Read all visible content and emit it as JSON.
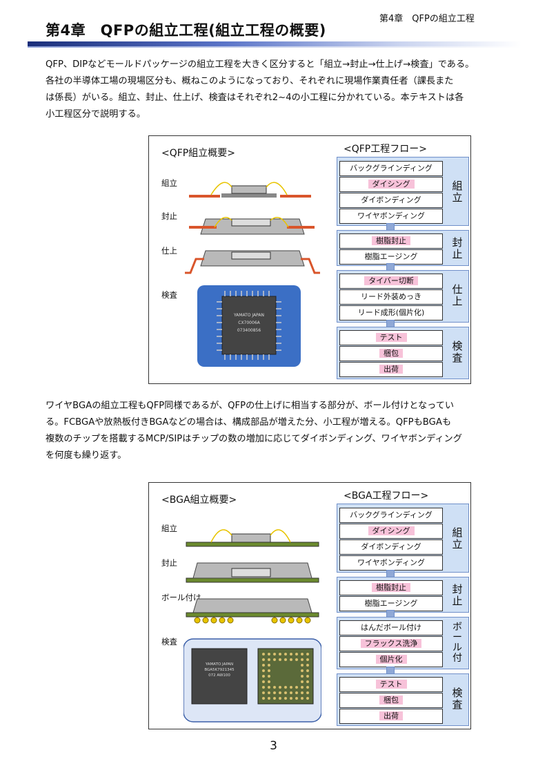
{
  "header": {
    "chapter_label": "第4章　QFPの組立工程"
  },
  "title": "第4章　QFPの組立工程(組立工程の概要)",
  "paragraphs": {
    "intro": [
      "QFP、DIPなどモールドパッケージの組立工程を大きく区分すると「組立→封止→仕上げ→検査」である。",
      "各社の半導体工場の現場区分も、概ねこのようになっており、それぞれに現場作業責任者（課長また",
      "は係長）がいる。組立、封止、仕上げ、検査はそれぞれ2~4の小工程に分かれている。本テキストは各",
      "小工程区分で説明する。"
    ],
    "bga": [
      "ワイヤBGAの組立工程もQFP同様であるが、QFPの仕上げに相当する部分が、ボール付けとなってい",
      "る。FCBGAや放熱板付きBGAなどの場合は、構成部品が増えた分、小工程が増える。QFPもBGAも",
      "複数のチップを搭載するMCP/SIPはチップの数の増加に応じてダイボンディング、ワイヤボンディング",
      "を何度も繰り返す。"
    ]
  },
  "qfp": {
    "overview_title": "<QFP組立概要>",
    "flow_title": "<QFP工程フロー>",
    "stages": [
      "組立",
      "封止",
      "仕上",
      "検査"
    ],
    "chip_text": [
      "YAMATO JAPAN",
      "CX70006A",
      "073400856"
    ],
    "groups": [
      {
        "label": "組立",
        "steps": [
          {
            "text": "バックグラインディング",
            "pink": false
          },
          {
            "text": "ダイシング",
            "pink": true
          },
          {
            "text": "ダイボンディング",
            "pink": false
          },
          {
            "text": "ワイヤボンディング",
            "pink": false
          }
        ]
      },
      {
        "label": "封止",
        "steps": [
          {
            "text": "樹脂封止",
            "pink": true
          },
          {
            "text": "樹脂エージング",
            "pink": false
          }
        ]
      },
      {
        "label": "仕上",
        "steps": [
          {
            "text": "タイバー切断",
            "pink": true
          },
          {
            "text": "リード外装めっき",
            "pink": false
          },
          {
            "text": "リード成形(個片化)",
            "pink": false
          }
        ]
      },
      {
        "label": "検査",
        "steps": [
          {
            "text": "テスト",
            "pink": true
          },
          {
            "text": "梱包",
            "pink": true
          },
          {
            "text": "出荷",
            "pink": true
          }
        ]
      }
    ]
  },
  "bga": {
    "overview_title": "<BGA組立概要>",
    "flow_title": "<BGA工程フロー>",
    "stages": [
      "組立",
      "封止",
      "ボール付け",
      "検査"
    ],
    "chip_text": [
      "YAMATO JAPAN",
      "BGA5K7921345",
      "072 AW100"
    ],
    "groups": [
      {
        "label": "組立",
        "steps": [
          {
            "text": "バックグラインディング",
            "pink": false
          },
          {
            "text": "ダイシング",
            "pink": true
          },
          {
            "text": "ダイボンディング",
            "pink": false
          },
          {
            "text": "ワイヤボンディング",
            "pink": false
          }
        ]
      },
      {
        "label": "封止",
        "steps": [
          {
            "text": "樹脂封止",
            "pink": true
          },
          {
            "text": "樹脂エージング",
            "pink": false
          }
        ]
      },
      {
        "label": "ボール付",
        "steps": [
          {
            "text": "はんだボール付け",
            "pink": false
          },
          {
            "text": "フラックス洗浄",
            "pink": true
          },
          {
            "text": "個片化",
            "pink": true
          }
        ]
      },
      {
        "label": "検査",
        "steps": [
          {
            "text": "テスト",
            "pink": true
          },
          {
            "text": "梱包",
            "pink": true
          },
          {
            "text": "出荷",
            "pink": true
          }
        ]
      }
    ]
  },
  "page_number": "3"
}
